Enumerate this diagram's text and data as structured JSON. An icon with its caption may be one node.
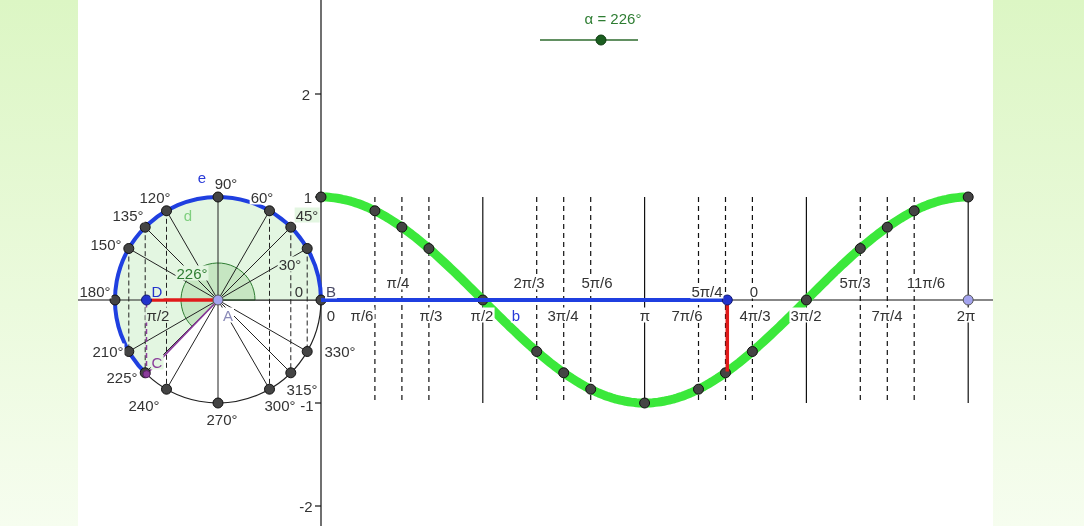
{
  "diagram": {
    "labels": [
      "α = 226°",
      "2",
      "e",
      "90°",
      "120°",
      "60°",
      "1",
      "135°",
      "d",
      "45°",
      "150°",
      "30°",
      "226°",
      "π/4",
      "2π/3",
      "5π/6",
      "5π/3",
      "11π/6",
      "180°",
      "D",
      "0",
      "B",
      "5π/4",
      "0",
      "π/2",
      "A",
      "0",
      "π/6",
      "π/3",
      "π/2",
      "b",
      "3π/4",
      "π",
      "7π/6",
      "4π/3",
      "3π/2",
      "7π/4",
      "2π",
      "210°",
      "330°",
      "C",
      "225°",
      "315°",
      "240°",
      "300°",
      "-1",
      "270°",
      "-2"
    ]
  }
}
